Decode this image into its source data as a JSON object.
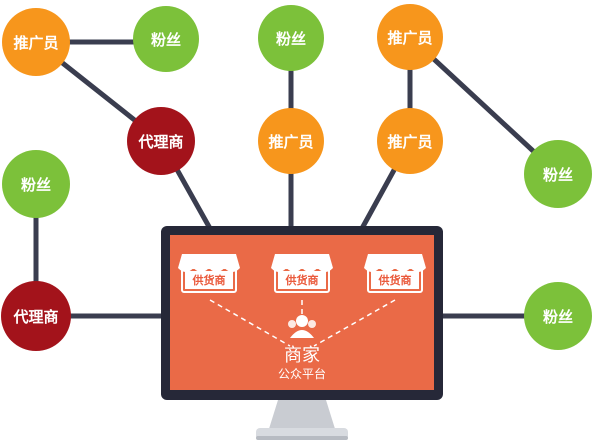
{
  "roles": {
    "promoter": "推广员",
    "fan": "粉丝",
    "agent": "代理商",
    "supplier": "供货商"
  },
  "platform": {
    "title": "商家",
    "subtitle": "公众平台"
  },
  "colors": {
    "promoter": "#f7961c",
    "fan": "#7cc13a",
    "agent": "#a3131b",
    "line": "#3a3d4f",
    "screen": "#ea6a47",
    "monitor": "#262838"
  }
}
